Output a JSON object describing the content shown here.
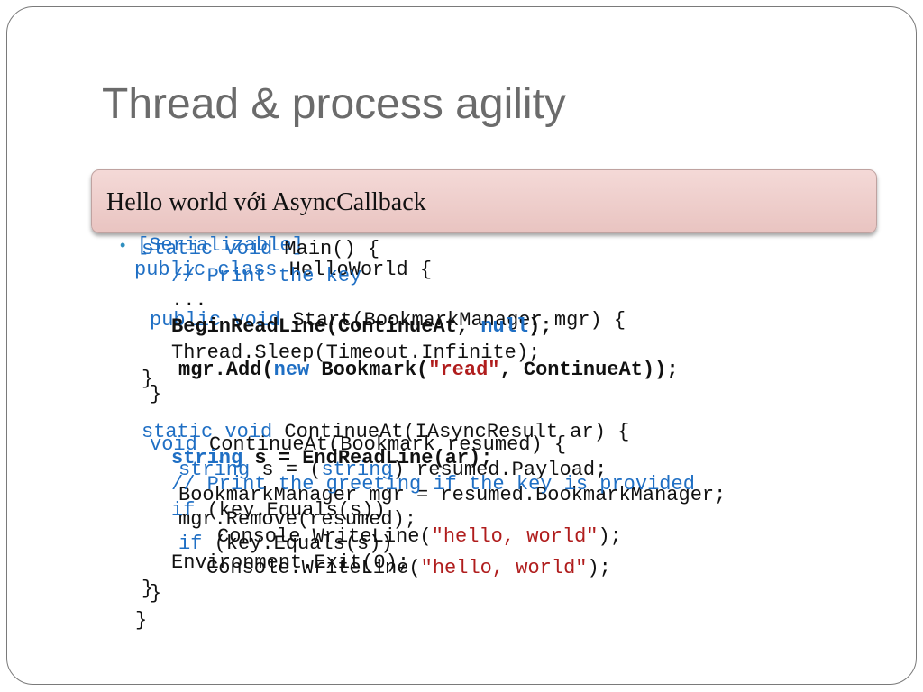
{
  "slide": {
    "title": "Thread & process agility",
    "banner": "Hello world với AsyncCallback"
  },
  "code_layer_1": {
    "attr": "[Serializable]",
    "l1_kw": "public class",
    "l1_rest": " HelloWorld {",
    "l2_kw": "public void",
    "l2_rest": " Start(BookmarkManager mgr) {",
    "l3a": "mgr.Add(",
    "l3_kw": "new",
    "l3b": " Bookmark(",
    "l3_str": "\"read\"",
    "l3c": ", ContinueAt));",
    "close_start": "}",
    "l5_kw": "void",
    "l5_rest": " ContinueAt(Bookmark resumed) {",
    "l6_kw1": "string",
    "l6a": " s = (",
    "l6_kw2": "string",
    "l6b": ") resumed.Payload;",
    "l7": "BookmarkManager mgr = resumed.BookmarkManager;",
    "l8": "mgr.Remove(resumed);",
    "l9_kw": "if",
    "l9_rest": " (key.Equals(s))",
    "l10a": "Console.WriteLine(",
    "l10_str": "\"hello, world\"",
    "l10b": ");",
    "close_cont": "}",
    "close_class": "}"
  },
  "code_layer_2": {
    "l1_kw": "static void",
    "l1_rest": " Main() {",
    "comment1": "// Print the key",
    "dots": "...",
    "l3a": "BeginReadLine(ContinueAt, ",
    "l3_kw": "null",
    "l3b": ");",
    "l4": "Thread.Sleep(Timeout.Infinite);",
    "close_main": "}",
    "l6_kw": "static void",
    "l6_rest": " ContinueAt(IAsyncResult ar) {",
    "l7_kw": "string",
    "l7_rest": " s = EndReadLine(ar);",
    "comment2": "// Print the greeting if the key is provided",
    "l9_kw": "if",
    "l9_rest": " (key.Equals(s))",
    "l10a": "Console.WriteLine(",
    "l10_str": "\"hello, world\"",
    "l10b": ");",
    "l11": "Environment.Exit(0);",
    "close_cont": "}"
  },
  "colors": {
    "keyword": "#1f6fc4",
    "string": "#b01d1d",
    "title": "#6b6b6b",
    "banner": "#efd0cd"
  }
}
